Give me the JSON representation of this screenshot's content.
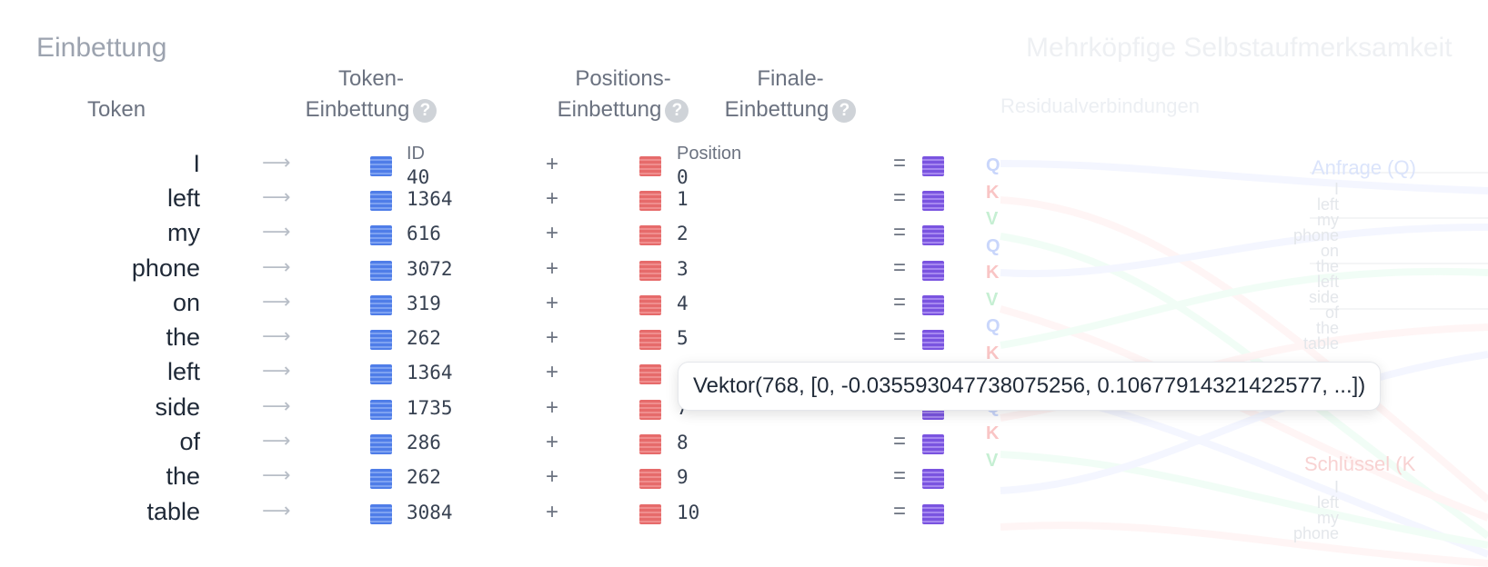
{
  "embedding": {
    "title": "Einbettung",
    "columns": {
      "token": "Token",
      "token_embedding_line1": "Token-",
      "token_embedding_line2": "Einbettung",
      "positional_embedding_line1": "Positions-",
      "positional_embedding_line2": "Einbettung",
      "final_embedding_line1": "Finale-",
      "final_embedding_line2": "Einbettung"
    },
    "help_glyph": "?",
    "id_label": "ID",
    "position_label": "Position",
    "plus_symbol": "+",
    "equals_symbol": "=",
    "arrow_symbol": "⟶",
    "rows": [
      {
        "token": "I",
        "id": "40",
        "position": "0"
      },
      {
        "token": "left",
        "id": "1364",
        "position": "1"
      },
      {
        "token": "my",
        "id": "616",
        "position": "2"
      },
      {
        "token": "phone",
        "id": "3072",
        "position": "3"
      },
      {
        "token": "on",
        "id": "319",
        "position": "4"
      },
      {
        "token": "the",
        "id": "262",
        "position": "5"
      },
      {
        "token": "left",
        "id": "1364",
        "position": ""
      },
      {
        "token": "side",
        "id": "1735",
        "position": "7"
      },
      {
        "token": "of",
        "id": "286",
        "position": "8"
      },
      {
        "token": "the",
        "id": "262",
        "position": "9"
      },
      {
        "token": "table",
        "id": "3084",
        "position": "10"
      }
    ],
    "colors": {
      "token_embedding": "#4f7de8",
      "positional_embedding": "#e66b6b",
      "final_embedding": "#7a54e0"
    }
  },
  "attention": {
    "title": "Mehrköpfige Selbstaufmerksamkeit",
    "residual_label": "Residualverbindungen",
    "query_label": "Anfrage (Q)",
    "key_label": "Schlüssel (K",
    "qkv": [
      "Q",
      "K",
      "V"
    ],
    "query_tokens": [
      "I",
      "left",
      "my",
      "phone",
      "on",
      "the",
      "left",
      "side",
      "of",
      "the",
      "table"
    ],
    "key_tokens": [
      "I",
      "left",
      "my",
      "phone"
    ]
  },
  "tooltip": {
    "text": "Vektor(768, [0, -0.035593047738075256, 0.1067791432142257​7, ...])"
  }
}
